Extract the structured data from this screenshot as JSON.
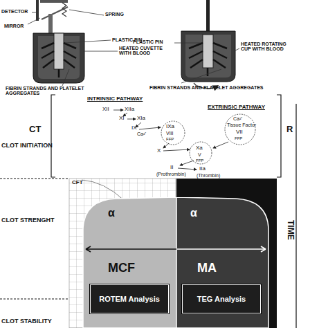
{
  "diagram": {
    "nodes": [
      {
        "text": [
          "α",
          "MCF"
        ]
      },
      {
        "text": [
          "ROTEM Analysis"
        ],
        "in": 0
      },
      {
        "text": [
          "α",
          "MA"
        ]
      },
      {
        "text": [
          "TEG Analysis"
        ],
        "in": 2
      }
    ],
    "labels": [
      "DETECTOR",
      "MIRROR",
      "SPRING",
      "PLASTIC PIN",
      "HEATED CUVETTE WITH BLOOD",
      "FIBRIN STRANDS AND PLATELET AGGREGATES",
      "PLASTIC PIN",
      "HEATED ROTATING CUP WITH BLOOD",
      "FIBRIN STRANDS AND PLATELET AGGREGATES",
      "CT",
      "CLOT INITIATION",
      "R",
      "INTRINSIC PATHWAY",
      "XII",
      "XIIa",
      "XI",
      "XIa",
      "IX",
      "Ca²⁺",
      "IXa",
      "VIII",
      "FFP",
      "EXTRINSIC PATHWAY",
      "Ca²⁺",
      "Tissue Factor",
      "VII",
      "FFP",
      "X",
      "Xa",
      "V",
      "FFP",
      "II",
      "IIa",
      "(Prothrombin)",
      "(Thrombin)",
      "CFT",
      "CLOT STRENGHT",
      "TIME",
      "CLOT STABILITY"
    ]
  }
}
